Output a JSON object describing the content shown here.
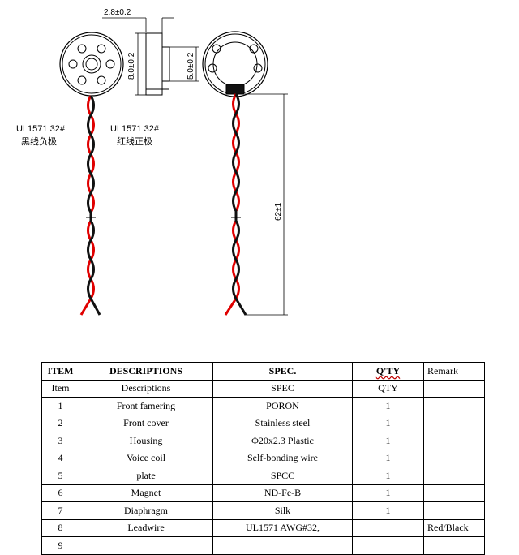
{
  "drawing": {
    "dim_thickness": "2.8±0.2",
    "dim_outer_diameter": "8.0±0.2",
    "dim_inner_diameter": "5.0±0.2",
    "dim_lead_length": "62±1",
    "wire_black_spec": "UL1571 32#",
    "wire_black_note": "黑线负极",
    "wire_red_spec": "UL1571 32#",
    "wire_red_note": "红线正极",
    "colors": {
      "red_wire": "#e00000",
      "black_wire": "#111111"
    }
  },
  "bom": {
    "headers": [
      "ITEM",
      "DESCRIPTIONS",
      "SPEC.",
      "Q'TY",
      "Remark"
    ],
    "rows": [
      [
        "Item",
        "Descriptions",
        "SPEC",
        "QTY",
        ""
      ],
      [
        "1",
        "Front famering",
        "PORON",
        "1",
        ""
      ],
      [
        "2",
        "Front cover",
        "Stainless steel",
        "1",
        ""
      ],
      [
        "3",
        "Housing",
        "Φ20x2.3 Plastic",
        "1",
        ""
      ],
      [
        "4",
        "Voice coil",
        "Self-bonding wire",
        "1",
        ""
      ],
      [
        "5",
        "plate",
        "SPCC",
        "1",
        ""
      ],
      [
        "6",
        "Magnet",
        "ND-Fe-B",
        "1",
        ""
      ],
      [
        "7",
        "Diaphragm",
        "Silk",
        "1",
        ""
      ],
      [
        "8",
        "Leadwire",
        "UL1571 AWG#32,",
        "",
        "Red/Black"
      ],
      [
        "9",
        "",
        "",
        "",
        ""
      ]
    ]
  }
}
